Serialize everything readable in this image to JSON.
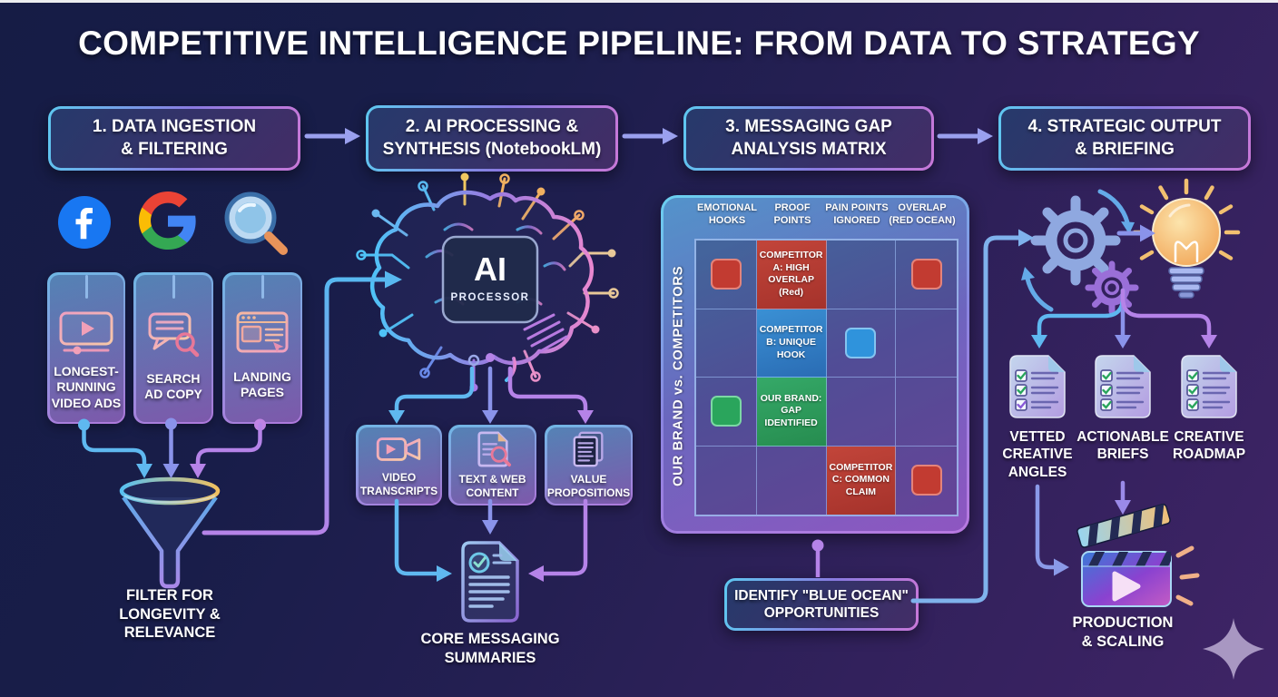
{
  "title": "COMPETITIVE INTELLIGENCE PIPELINE: FROM DATA TO STRATEGY",
  "stages": [
    {
      "lines": [
        "1. DATA INGESTION",
        "& FILTERING"
      ]
    },
    {
      "lines": [
        "2. AI PROCESSING &",
        "SYNTHESIS (NotebookLM)"
      ]
    },
    {
      "lines": [
        "3. MESSAGING GAP",
        "ANALYSIS MATRIX"
      ]
    },
    {
      "lines": [
        "4. STRATEGIC OUTPUT",
        "& BRIEFING"
      ]
    }
  ],
  "ingestion": {
    "source_icons": [
      {
        "name": "facebook-icon"
      },
      {
        "name": "google-icon"
      },
      {
        "name": "ad-search-icon"
      }
    ],
    "cards": [
      {
        "icon": "video-ad-icon",
        "lines": [
          "LONGEST-",
          "RUNNING",
          "VIDEO ADS"
        ]
      },
      {
        "icon": "search-ad-copy-icon",
        "lines": [
          "SEARCH",
          "AD COPY"
        ]
      },
      {
        "icon": "landing-page-icon",
        "lines": [
          "LANDING",
          "PAGES"
        ]
      }
    ],
    "funnel": {
      "lines": [
        "FILTER FOR",
        "LONGEVITY &",
        "RELEVANCE"
      ]
    }
  },
  "processing": {
    "chip": {
      "label": "AI",
      "sublabel": "PROCESSOR"
    },
    "cards": [
      {
        "icon": "video-camera-icon",
        "lines": [
          "VIDEO",
          "TRANSCRIPTS"
        ]
      },
      {
        "icon": "document-search-icon",
        "lines": [
          "TEXT & WEB",
          "CONTENT"
        ]
      },
      {
        "icon": "documents-stack-icon",
        "lines": [
          "VALUE",
          "PROPOSITIONS"
        ]
      }
    ],
    "summary": {
      "icon": "summary-doc-icon",
      "lines": [
        "CORE MESSAGING",
        "SUMMARIES"
      ]
    }
  },
  "matrix": {
    "row_axis": "OUR BRAND vs. COMPETITORS",
    "columns": [
      {
        "lines": [
          "EMOTIONAL",
          "HOOKS"
        ]
      },
      {
        "lines": [
          "PROOF",
          "POINTS"
        ]
      },
      {
        "lines": [
          "PAIN POINTS",
          "IGNORED"
        ]
      },
      {
        "lines": [
          "OVERLAP",
          "(RED OCEAN)"
        ]
      }
    ],
    "cells": {
      "competitor_a": "COMPETITOR A: HIGH OVERLAP (Red)",
      "competitor_b": "COMPETITOR B: UNIQUE HOOK",
      "our_brand": "OUR BRAND: GAP IDENTIFIED",
      "competitor_c": "COMPETITOR C: COMMON CLAIM"
    },
    "legend_colors": {
      "red": "#b23b33",
      "blue": "#2f86c8",
      "green": "#2f9e5f"
    },
    "callout": {
      "lines": [
        "IDENTIFY \"BLUE OCEAN\"",
        "OPPORTUNITIES"
      ]
    }
  },
  "output": {
    "docs": [
      {
        "icon": "checklist-doc-icon",
        "lines": [
          "VETTED",
          "CREATIVE",
          "ANGLES"
        ]
      },
      {
        "icon": "checklist-doc-icon",
        "lines": [
          "ACTIONABLE",
          "BRIEFS"
        ]
      },
      {
        "icon": "checklist-doc-icon",
        "lines": [
          "CREATIVE",
          "ROADMAP"
        ]
      }
    ],
    "final": {
      "icon": "clapperboard-icon",
      "lines": [
        "PRODUCTION",
        "& SCALING"
      ]
    }
  },
  "accent_colors": {
    "cyan": "#5fb8f0",
    "periwinkle": "#8a93ea",
    "violet": "#b583e8",
    "orange": "#f0b060"
  }
}
